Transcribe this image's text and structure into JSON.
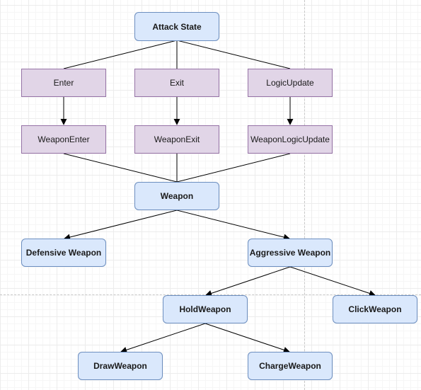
{
  "diagram": {
    "nodes": {
      "attack_state": "Attack State",
      "enter": "Enter",
      "exit": "Exit",
      "logic_update": "LogicUpdate",
      "weapon_enter": "WeaponEnter",
      "weapon_exit": "WeaponExit",
      "weapon_logic_update": "WeaponLogicUpdate",
      "weapon": "Weapon",
      "defensive_weapon": "Defensive Weapon",
      "aggressive_weapon": "Aggressive Weapon",
      "hold_weapon": "HoldWeapon",
      "click_weapon": "ClickWeapon",
      "draw_weapon": "DrawWeapon",
      "charge_weapon": "ChargeWeapon"
    },
    "edges": [
      {
        "from": "Attack State",
        "to": "Enter",
        "arrow": false
      },
      {
        "from": "Attack State",
        "to": "Exit",
        "arrow": false
      },
      {
        "from": "Attack State",
        "to": "LogicUpdate",
        "arrow": false
      },
      {
        "from": "Enter",
        "to": "WeaponEnter",
        "arrow": true
      },
      {
        "from": "Exit",
        "to": "WeaponExit",
        "arrow": true
      },
      {
        "from": "LogicUpdate",
        "to": "WeaponLogicUpdate",
        "arrow": true
      },
      {
        "from": "WeaponEnter",
        "to": "Weapon",
        "arrow": false
      },
      {
        "from": "WeaponExit",
        "to": "Weapon",
        "arrow": false
      },
      {
        "from": "WeaponLogicUpdate",
        "to": "Weapon",
        "arrow": false
      },
      {
        "from": "Weapon",
        "to": "Defensive Weapon",
        "arrow": true
      },
      {
        "from": "Weapon",
        "to": "Aggressive Weapon",
        "arrow": true
      },
      {
        "from": "Aggressive Weapon",
        "to": "HoldWeapon",
        "arrow": true
      },
      {
        "from": "Aggressive Weapon",
        "to": "ClickWeapon",
        "arrow": true
      },
      {
        "from": "HoldWeapon",
        "to": "DrawWeapon",
        "arrow": true
      },
      {
        "from": "HoldWeapon",
        "to": "ChargeWeapon",
        "arrow": true
      }
    ],
    "colors": {
      "class_fill": "#dae8fc",
      "class_stroke": "#6c8ebf",
      "method_fill": "#e1d5e7",
      "method_stroke": "#9673a6",
      "edge": "#000000",
      "grid": "#ececec"
    }
  }
}
